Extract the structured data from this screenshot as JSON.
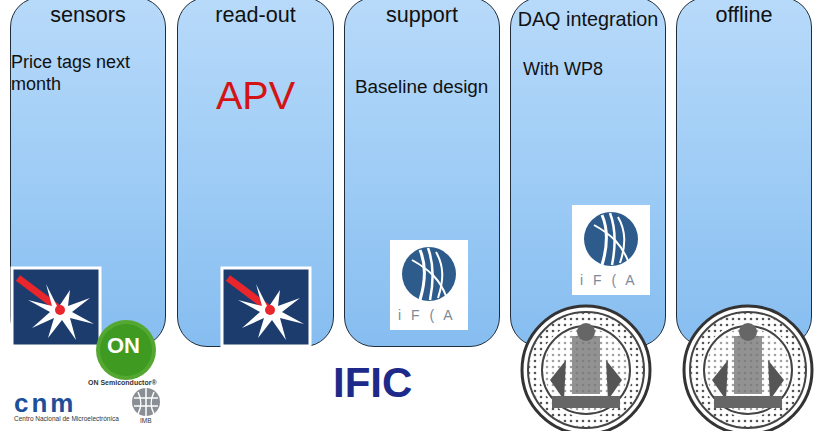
{
  "diagram": {
    "nodes": [
      {
        "text": [
          "sensors",
          "Price tags next month"
        ]
      },
      {
        "text": [
          "read-out",
          "APV"
        ]
      },
      {
        "text": [
          "support",
          "Baseline design"
        ]
      },
      {
        "text": [
          "DAQ integration",
          "With WP8"
        ]
      },
      {
        "text": [
          "offline"
        ]
      }
    ],
    "labels": [
      "ON",
      "ON Semiconductor®",
      "cnm",
      "Centro Nacional de Microelectrónica",
      "IMB",
      "IFIC",
      "i F ( A",
      "i F ( A"
    ]
  }
}
